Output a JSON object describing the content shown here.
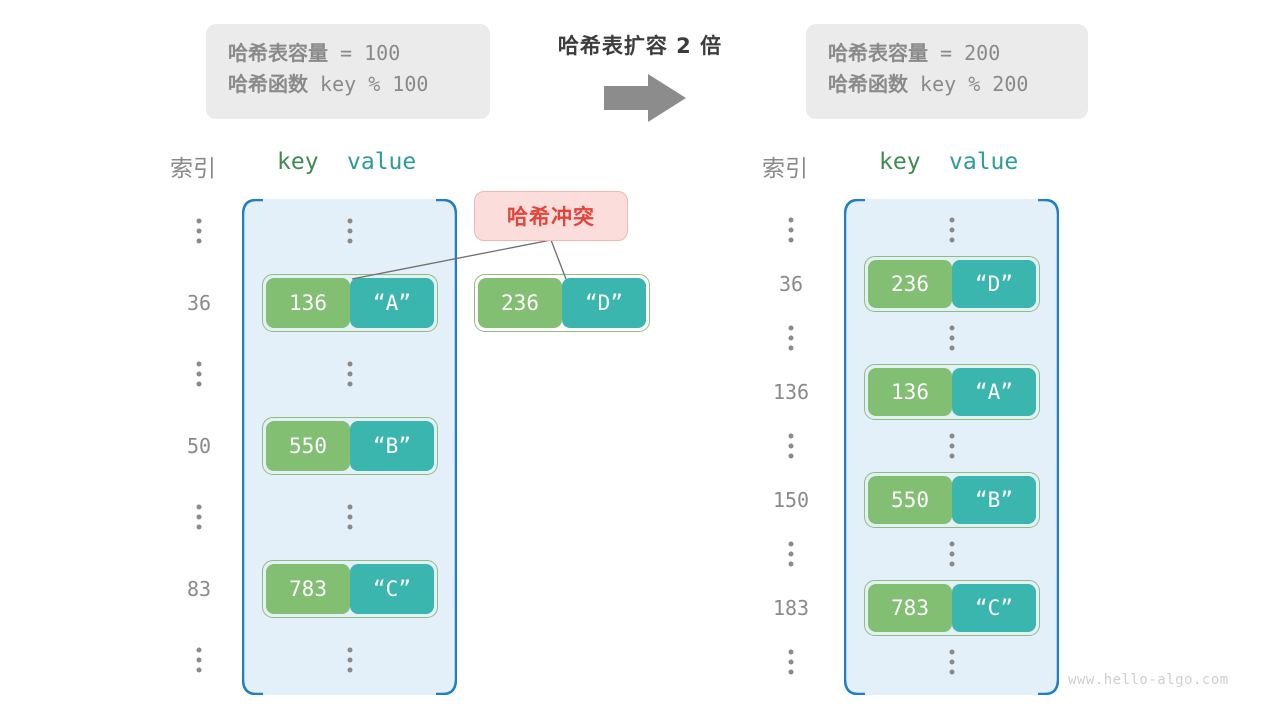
{
  "diagram": {
    "title": "哈希表扩容 2 倍",
    "watermark": "www.hello-algo.com",
    "arrow_color": "#8c8c8c",
    "collision_badge": {
      "label": "哈希冲突",
      "bg": "#fbdedc",
      "text_color": "#e2453c"
    },
    "colors": {
      "table_bg": "#e3eff9",
      "table_border": "#1e7fc4",
      "key_cell": "#82bf72",
      "value_cell": "#3ab6ae",
      "pair_border": "#8fbf77",
      "muted_text": "#8a8a8a"
    }
  },
  "left": {
    "info": {
      "capacity_label": "哈希表容量",
      "capacity_value": " = 100",
      "function_label": "哈希函数",
      "function_value": " key % 100"
    },
    "headers": {
      "index": "索引",
      "key": "key",
      "value": "value"
    },
    "slots": [
      {
        "index": "⋮",
        "type": "dots"
      },
      {
        "index": "36",
        "type": "entry",
        "key": "136",
        "value": "“A”"
      },
      {
        "index": "⋮",
        "type": "dots"
      },
      {
        "index": "50",
        "type": "entry",
        "key": "550",
        "value": "“B”"
      },
      {
        "index": "⋮",
        "type": "dots"
      },
      {
        "index": "83",
        "type": "entry",
        "key": "783",
        "value": "“C”"
      },
      {
        "index": "⋮",
        "type": "dots"
      }
    ],
    "overflow_entry": {
      "key": "236",
      "value": "“D”"
    }
  },
  "right": {
    "info": {
      "capacity_label": "哈希表容量",
      "capacity_value": " = 200",
      "function_label": "哈希函数",
      "function_value": " key % 200"
    },
    "headers": {
      "index": "索引",
      "key": "key",
      "value": "value"
    },
    "slots": [
      {
        "index": "⋮",
        "type": "dots"
      },
      {
        "index": "36",
        "type": "entry",
        "key": "236",
        "value": "“D”"
      },
      {
        "index": "⋮",
        "type": "dots"
      },
      {
        "index": "136",
        "type": "entry",
        "key": "136",
        "value": "“A”"
      },
      {
        "index": "⋮",
        "type": "dots"
      },
      {
        "index": "150",
        "type": "entry",
        "key": "550",
        "value": "“B”"
      },
      {
        "index": "⋮",
        "type": "dots"
      },
      {
        "index": "183",
        "type": "entry",
        "key": "783",
        "value": "“C”"
      },
      {
        "index": "⋮",
        "type": "dots"
      }
    ]
  }
}
